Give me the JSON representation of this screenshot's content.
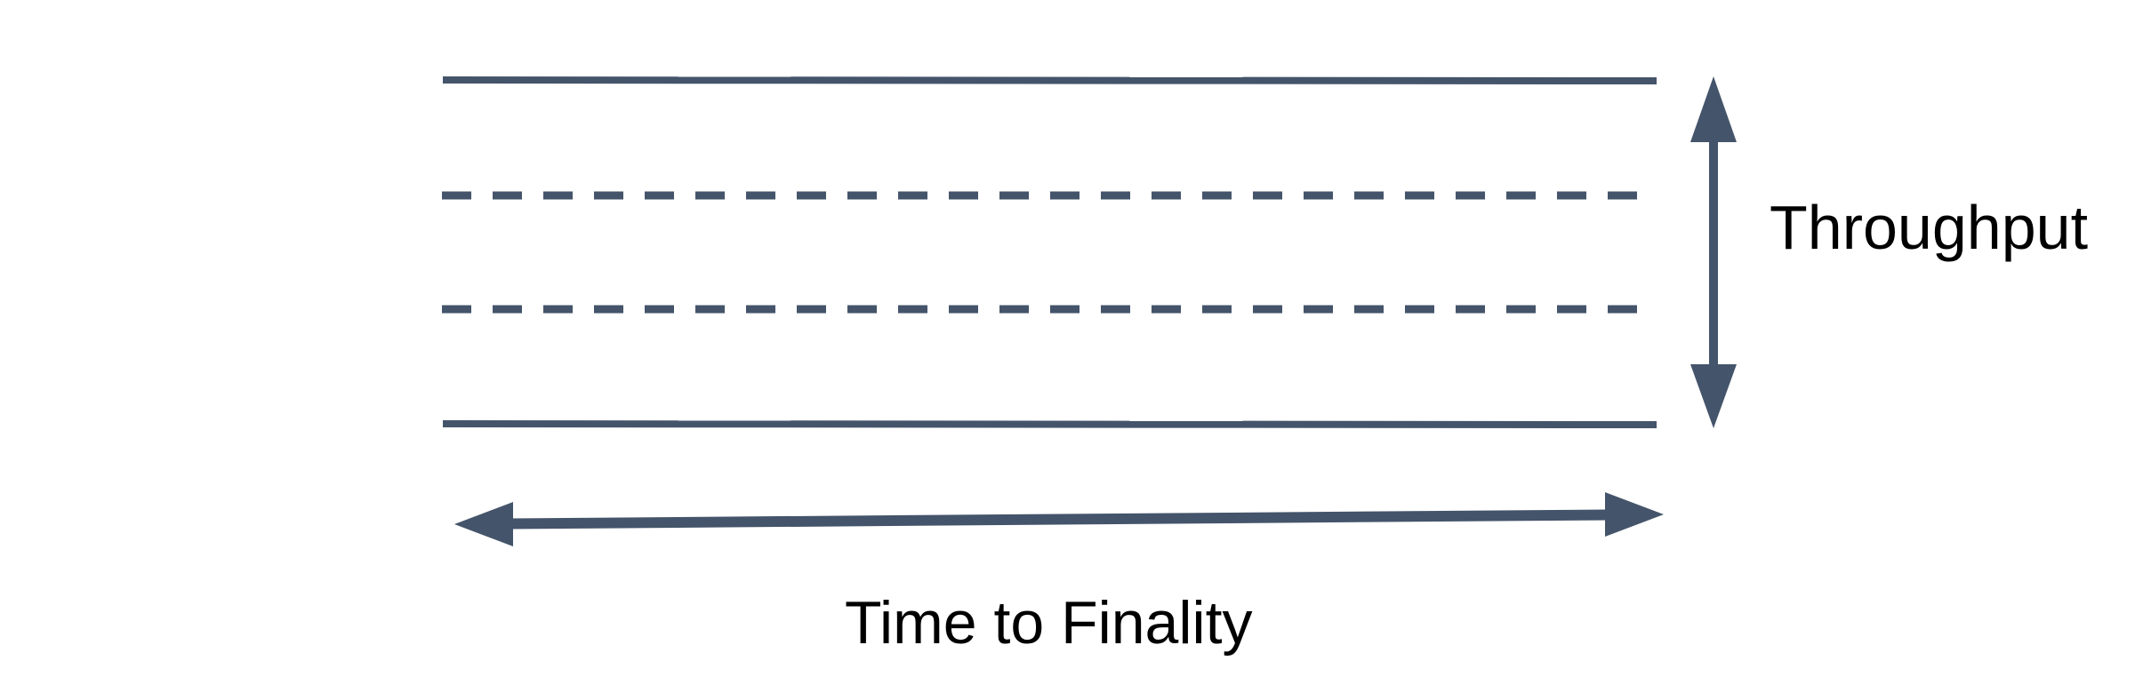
{
  "diagram": {
    "description": "Band diagram relating blockchain throughput (vertical extent) and time to finality (horizontal extent)",
    "labels": {
      "throughput": "Throughput",
      "time_to_finality": "Time to Finality"
    },
    "colors": {
      "shape": "#44546A",
      "text": "#000000",
      "background": "#FFFFFF"
    },
    "elements": {
      "solid_boundary_lines": 2,
      "dashed_inner_lines": 2,
      "vertical_double_arrow": "throughput-extent",
      "horizontal_double_arrow": "time-to-finality-extent"
    }
  }
}
